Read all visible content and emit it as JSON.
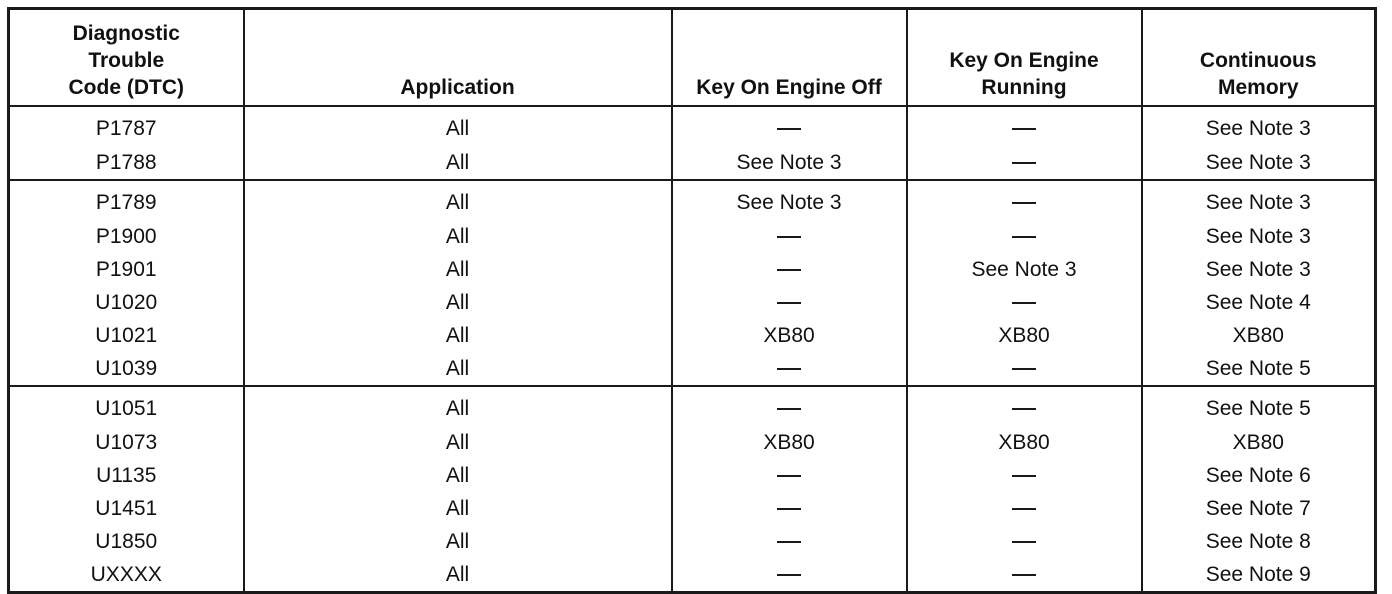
{
  "table": {
    "headers": [
      "Diagnostic\nTrouble\nCode (DTC)",
      "Application",
      "Key On Engine Off",
      "Key On Engine\nRunning",
      "Continuous\nMemory"
    ],
    "groups": [
      {
        "rows": [
          [
            "P1787",
            "All",
            "—",
            "—",
            "See Note 3"
          ],
          [
            "P1788",
            "All",
            "See Note 3",
            "—",
            "See Note 3"
          ]
        ]
      },
      {
        "rows": [
          [
            "P1789",
            "All",
            "See Note 3",
            "—",
            "See Note 3"
          ],
          [
            "P1900",
            "All",
            "—",
            "—",
            "See Note 3"
          ],
          [
            "P1901",
            "All",
            "—",
            "See Note 3",
            "See Note 3"
          ],
          [
            "U1020",
            "All",
            "—",
            "—",
            "See Note 4"
          ],
          [
            "U1021",
            "All",
            "XB80",
            "XB80",
            "XB80"
          ],
          [
            "U1039",
            "All",
            "—",
            "—",
            "See Note 5"
          ]
        ]
      },
      {
        "rows": [
          [
            "U1051",
            "All",
            "—",
            "—",
            "See Note 5"
          ],
          [
            "U1073",
            "All",
            "XB80",
            "XB80",
            "XB80"
          ],
          [
            "U1135",
            "All",
            "—",
            "—",
            "See Note 6"
          ],
          [
            "U1451",
            "All",
            "—",
            "—",
            "See Note 7"
          ],
          [
            "U1850",
            "All",
            "—",
            "—",
            "See Note 8"
          ],
          [
            "UXXXX",
            "All",
            "—",
            "—",
            "See Note 9"
          ]
        ]
      }
    ]
  }
}
